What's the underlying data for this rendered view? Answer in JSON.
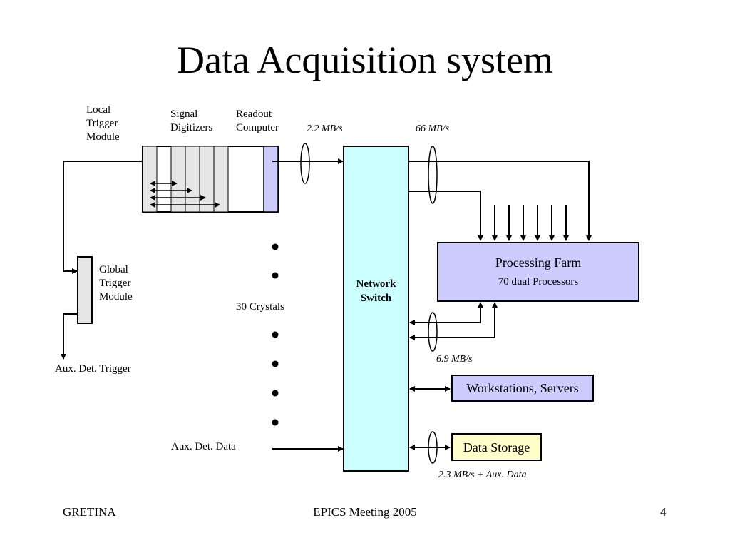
{
  "title": "Data Acquisition system",
  "labels": {
    "local_trigger": [
      "Local",
      "Trigger",
      "Module"
    ],
    "signal_digitizers": [
      "Signal",
      "Digitizers"
    ],
    "readout_computer": [
      "Readout",
      "Computer"
    ],
    "global_trigger": [
      "Global",
      "Trigger",
      "Module"
    ],
    "aux_det_trigger": "Aux. Det. Trigger",
    "crystals": "30 Crystals",
    "aux_det_data": "Aux. Det. Data"
  },
  "rates": {
    "readout_to_switch": "2.2 MB/s",
    "switch_to_farm": "66 MB/s",
    "farm_to_switch": "6.9 MB/s",
    "storage": "2.3 MB/s + Aux. Data"
  },
  "network_switch": [
    "Network",
    "Switch"
  ],
  "processing_farm": {
    "title": "Processing Farm",
    "subtitle": "70 dual Processors"
  },
  "workstations": "Workstations, Servers",
  "data_storage": "Data Storage",
  "colors": {
    "switch_fill": "#ccffff",
    "farm_fill": "#ccccff",
    "storage_fill": "#ffffcc",
    "module_fill": "#e6e6e6",
    "readout_fill": "#ccccff"
  },
  "footer": {
    "left": "GRETINA",
    "center": "EPICS Meeting 2005",
    "right": "4"
  }
}
